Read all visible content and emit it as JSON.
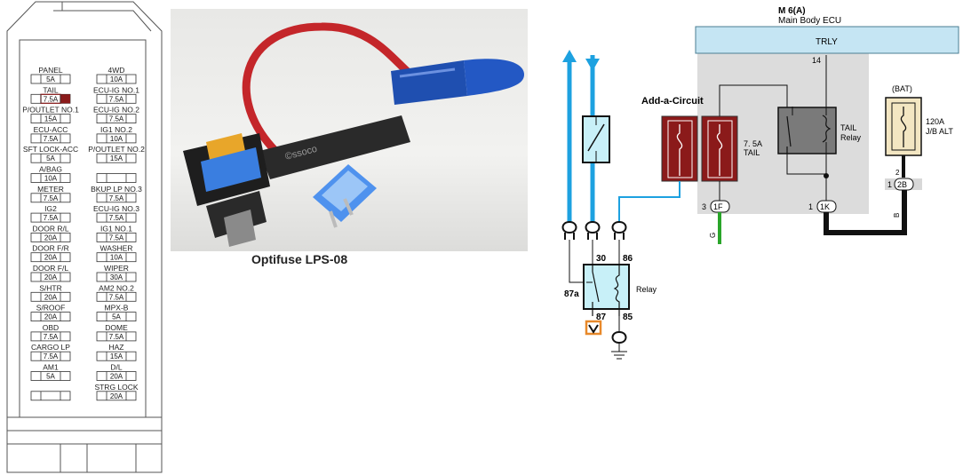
{
  "fuse_panel": {
    "rows": [
      {
        "left": {
          "name": "PANEL",
          "rating": "5A"
        },
        "right": {
          "name": "4WD",
          "rating": "10A"
        }
      },
      {
        "left": {
          "name": "TAIL",
          "rating": "7.5A",
          "highlight": true
        },
        "right": {
          "name": "ECU-IG NO.1",
          "rating": "7.5A"
        }
      },
      {
        "left": {
          "name": "P/OUTLET NO.1",
          "rating": "15A"
        },
        "right": {
          "name": "ECU-IG NO.2",
          "rating": "7.5A"
        }
      },
      {
        "left": {
          "name": "ECU-ACC",
          "rating": "7.5A"
        },
        "right": {
          "name": "IG1 NO.2",
          "rating": "10A"
        }
      },
      {
        "left": {
          "name": "SFT LOCK-ACC",
          "rating": "5A"
        },
        "right": {
          "name": "P/OUTLET NO.2",
          "rating": "15A"
        }
      },
      {
        "left": {
          "name": "A/BAG",
          "rating": "10A"
        },
        "right": {
          "name": "",
          "rating": ""
        }
      },
      {
        "left": {
          "name": "METER",
          "rating": "7.5A"
        },
        "right": {
          "name": "BKUP LP NO.3",
          "rating": "7.5A"
        }
      },
      {
        "left": {
          "name": "IG2",
          "rating": "7.5A"
        },
        "right": {
          "name": "ECU-IG NO.3",
          "rating": "7.5A"
        }
      },
      {
        "left": {
          "name": "DOOR R/L",
          "rating": "20A"
        },
        "right": {
          "name": "IG1 NO.1",
          "rating": "7.5A"
        }
      },
      {
        "left": {
          "name": "DOOR F/R",
          "rating": "20A"
        },
        "right": {
          "name": "WASHER",
          "rating": "10A"
        }
      },
      {
        "left": {
          "name": "DOOR F/L",
          "rating": "20A"
        },
        "right": {
          "name": "WIPER",
          "rating": "30A"
        }
      },
      {
        "left": {
          "name": "S/HTR",
          "rating": "20A"
        },
        "right": {
          "name": "AM2 NO.2",
          "rating": "7.5A"
        }
      },
      {
        "left": {
          "name": "S/ROOF",
          "rating": "20A"
        },
        "right": {
          "name": "MPX-B",
          "rating": "5A"
        }
      },
      {
        "left": {
          "name": "OBD",
          "rating": "7.5A"
        },
        "right": {
          "name": "DOME",
          "rating": "7.5A"
        }
      },
      {
        "left": {
          "name": "CARGO LP",
          "rating": "7.5A"
        },
        "right": {
          "name": "HAZ",
          "rating": "15A"
        }
      },
      {
        "left": {
          "name": "AM1",
          "rating": "5A"
        },
        "right": {
          "name": "D/L",
          "rating": "20A"
        }
      },
      {
        "left": {
          "name": "",
          "rating": ""
        },
        "right": {
          "name": "STRG LOCK",
          "rating": "20A"
        }
      }
    ],
    "highlight_color": "#8b1a1a"
  },
  "photo": {
    "caption": "Optifuse LPS-08",
    "holder_text": "©ssoco"
  },
  "schematic": {
    "ecu_code": "M 6(A)",
    "ecu_name": "Main Body ECU",
    "bus_label": "TRLY",
    "pin_14": "14",
    "add_a_circuit_label": "Add-a-Circuit",
    "fuse_label_1": "7. 5A",
    "fuse_label_2": "TAIL",
    "tail_relay_1": "TAIL",
    "tail_relay_2": "Relay",
    "bat_label": "(BAT)",
    "alt_label_1": "120A",
    "alt_label_2": "J/B ALT",
    "conn_1F": "1F",
    "conn_1F_pin": "3",
    "conn_1K": "1K",
    "conn_1K_pin": "1",
    "conn_2B": "2B",
    "conn_2B_pin": "1",
    "pin_2": "2",
    "wire_g": "G",
    "wire_b": "B",
    "relay_label": "Relay",
    "pin_30": "30",
    "pin_86": "86",
    "pin_87a": "87a",
    "pin_87": "87",
    "pin_85": "85",
    "colors": {
      "ecu_shade": "#dcdcdc",
      "bus_blue": "#c5e5f3",
      "wire_blue": "#1da1e0",
      "fuse_red": "#8b1a1a",
      "relay_fill": "#c8f0f8",
      "bat_fill": "#f3e6c2",
      "wire_green": "#2aa52a",
      "orange": "#e8892a"
    }
  }
}
